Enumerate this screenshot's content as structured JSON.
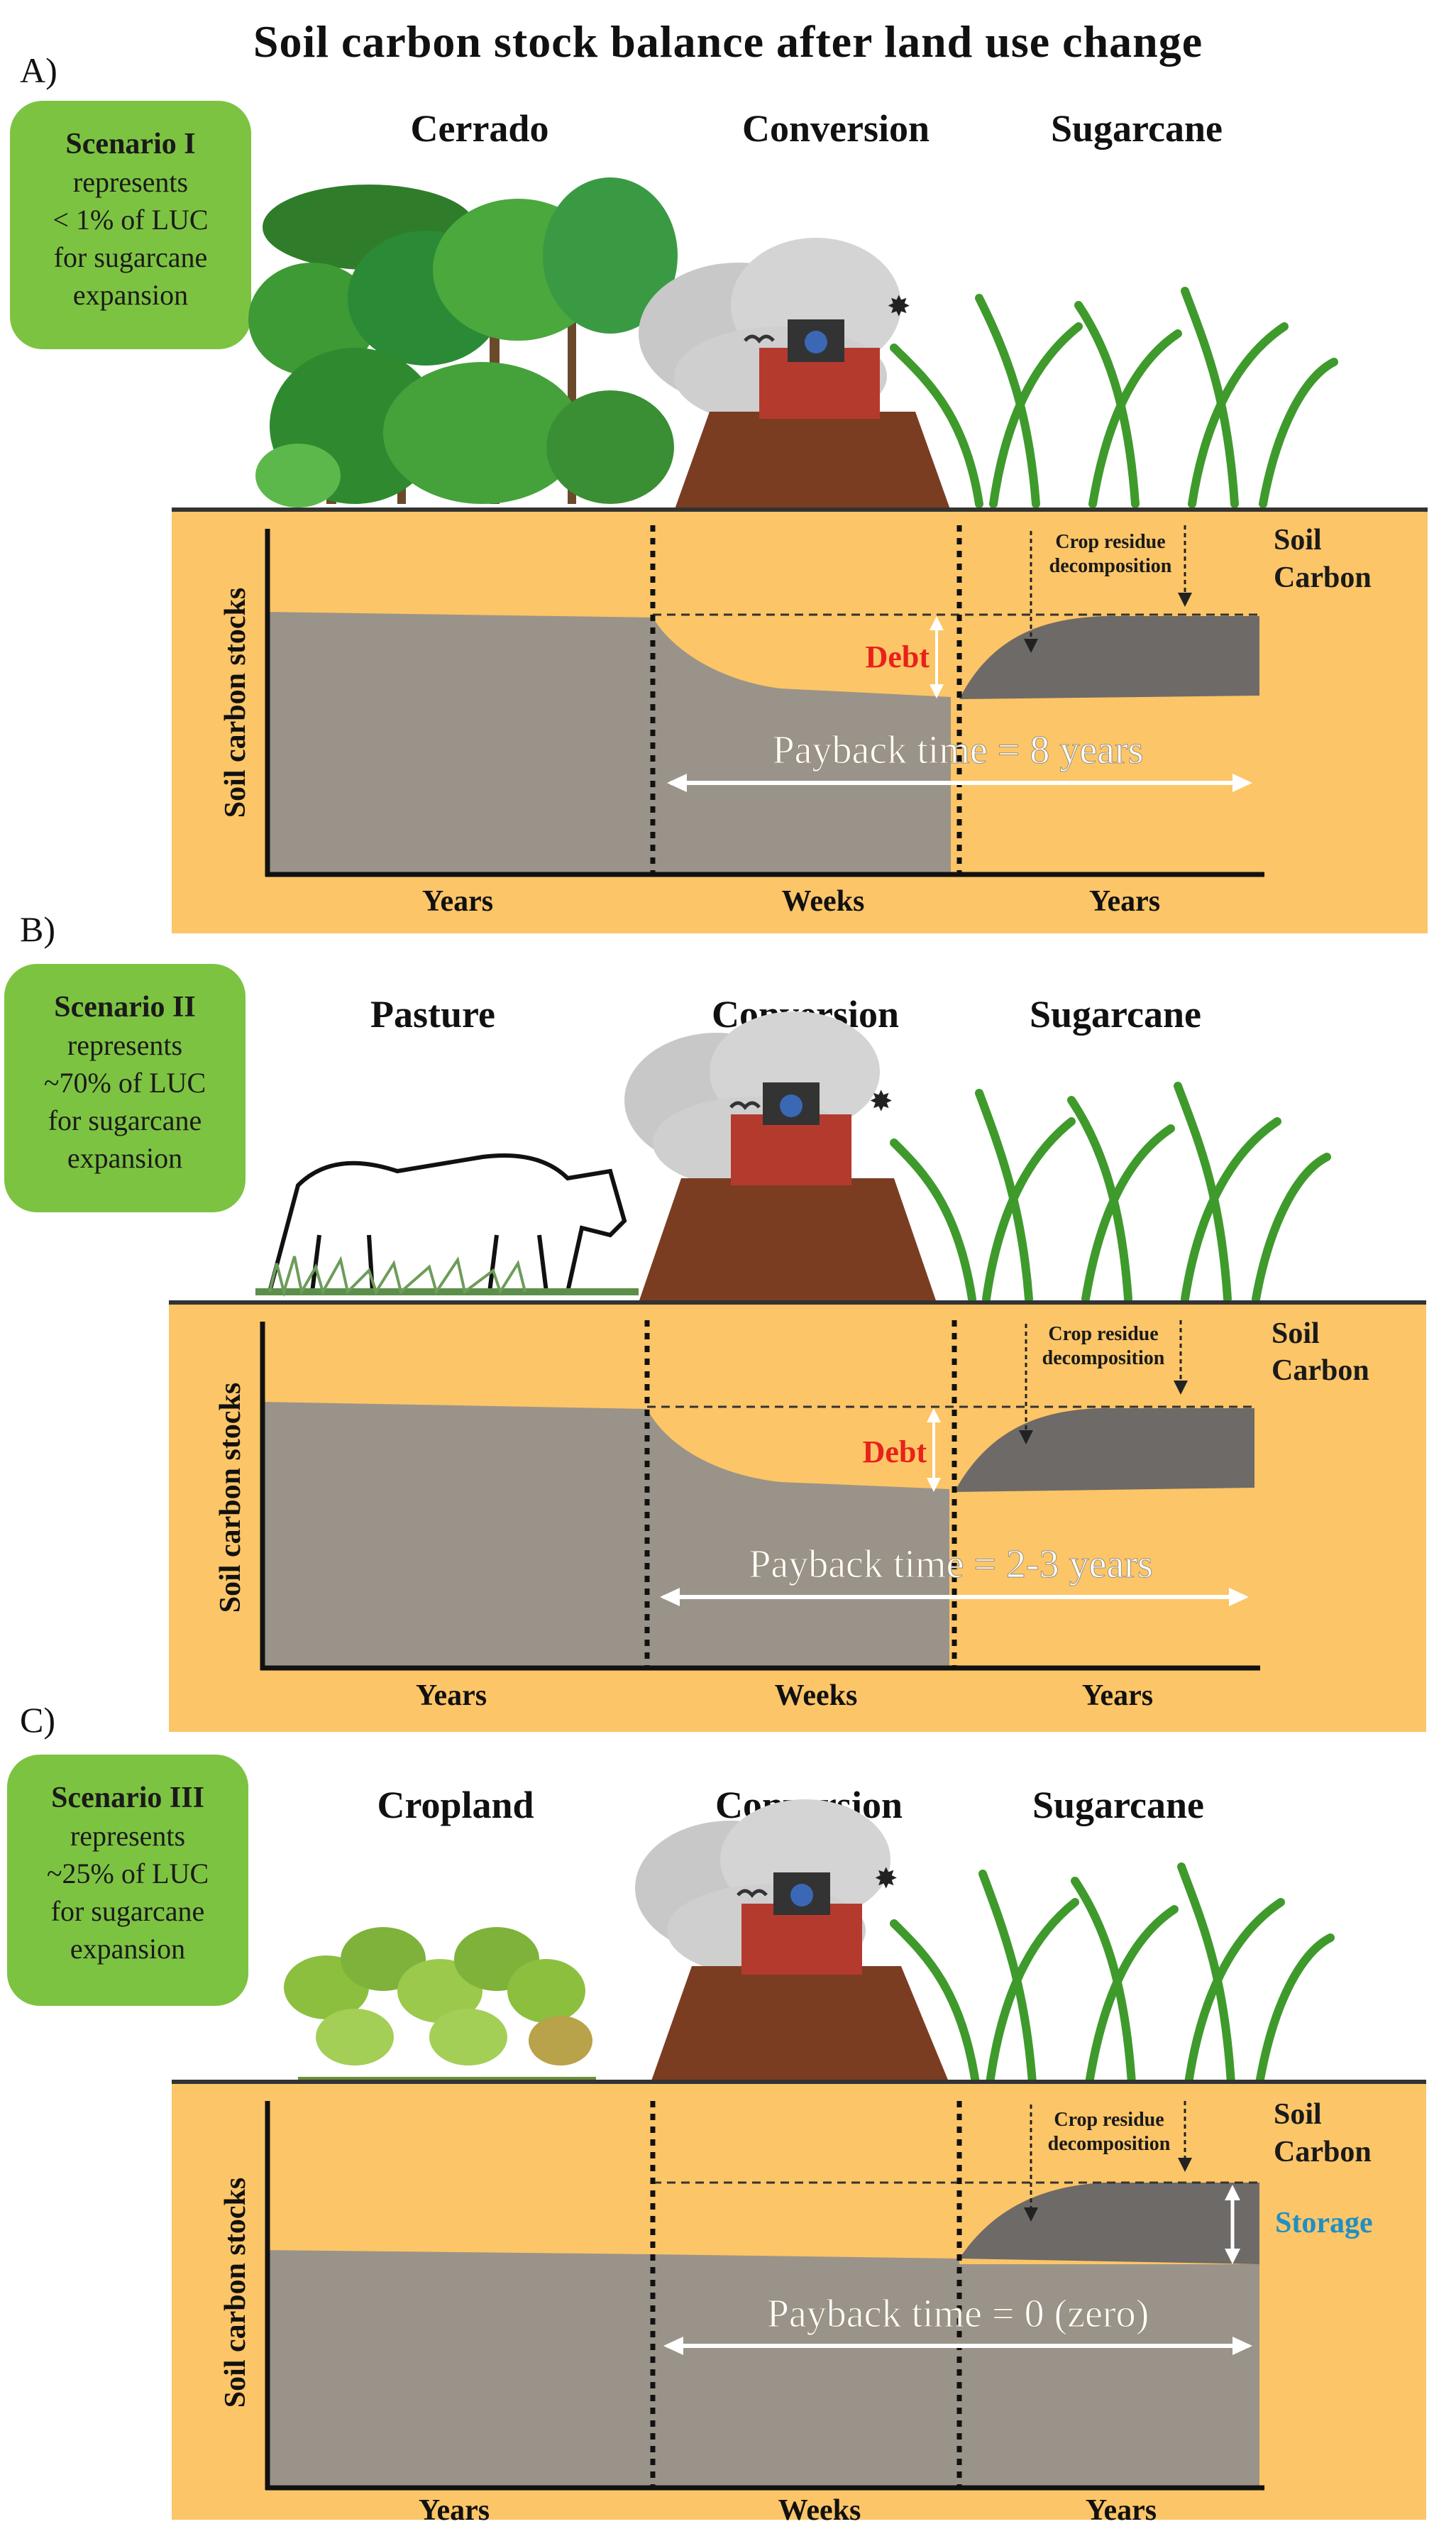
{
  "title": "Soil carbon stock balance after land use change",
  "panels": [
    {
      "letter": "A)",
      "scenario": {
        "name": "Scenario I",
        "lines": [
          "represents",
          "< 1% of LUC",
          "for sugarcane",
          "expansion"
        ]
      },
      "stages": [
        "Cerrado",
        "Conversion",
        "Sugarcane"
      ],
      "ylabel": "Soil carbon stocks",
      "xlabels": [
        "Years",
        "Weeks",
        "Years"
      ],
      "soil_label": [
        "Soil",
        "Carbon"
      ],
      "residue_label": [
        "Crop residue",
        "decomposition"
      ],
      "balance_label": "Debt",
      "payback": "Payback time = 8 years",
      "original_vegetation_icon": "forest-trees-icon"
    },
    {
      "letter": "B)",
      "scenario": {
        "name": "Scenario II",
        "lines": [
          "represents",
          "~70% of LUC",
          "for sugarcane",
          "expansion"
        ]
      },
      "stages": [
        "Pasture",
        "Conversion",
        "Sugarcane"
      ],
      "ylabel": "Soil carbon stocks",
      "xlabels": [
        "Years",
        "Weeks",
        "Years"
      ],
      "soil_label": [
        "Soil",
        "Carbon"
      ],
      "residue_label": [
        "Crop residue",
        "decomposition"
      ],
      "balance_label": "Debt",
      "payback": "Payback time = 2-3 years",
      "original_vegetation_icon": "cattle-pasture-icon"
    },
    {
      "letter": "C)",
      "scenario": {
        "name": "Scenario III",
        "lines": [
          "represents",
          "~25% of LUC",
          "for sugarcane",
          "expansion"
        ]
      },
      "stages": [
        "Cropland",
        "Conversion",
        "Sugarcane"
      ],
      "ylabel": "Soil carbon stocks",
      "xlabels": [
        "Years",
        "Weeks",
        "Years"
      ],
      "soil_label": [
        "Soil",
        "Carbon"
      ],
      "residue_label": [
        "Crop residue",
        "decomposition"
      ],
      "balance_label": "Storage",
      "payback": "Payback time = 0 (zero)",
      "original_vegetation_icon": "soybean-crop-icon"
    }
  ],
  "colors": {
    "soil_background": "#fcc567",
    "scenario_box": "#7dc342",
    "carbon_stock": "#9a9389",
    "residue_carbon": "#6e6a67",
    "debt_text": "#e8221b",
    "storage_text": "#1f8fc4"
  },
  "icons": [
    "tractor-icon",
    "dust-cloud-icon",
    "sugarcane-icon",
    "bird-icon"
  ]
}
